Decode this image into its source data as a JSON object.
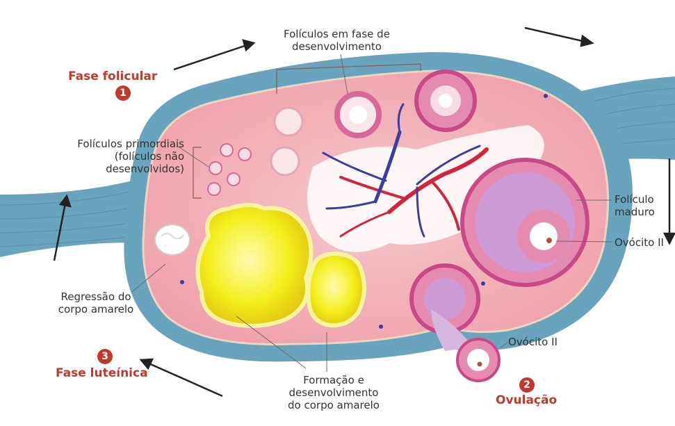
{
  "phases": {
    "follicular": {
      "label": "Fase folicular",
      "number": "1"
    },
    "ovulation": {
      "label": "Ovulação",
      "number": "2"
    },
    "luteal": {
      "label": "Fase luteínica",
      "number": "3"
    }
  },
  "labels": {
    "developing_follicles": [
      "Folículos em fase de",
      "desenvolvimento"
    ],
    "primordial_follicles": [
      "Folículos primordiais",
      "(folículos não",
      "desenvolvidos)"
    ],
    "mature_follicle": [
      "Folículo",
      "maduro"
    ],
    "oocyte_mature": "Ovócito II",
    "oocyte_released": "Ovócito II",
    "corpus_regression": [
      "Regressão do",
      "corpo amarelo"
    ],
    "corpus_formation": [
      "Formação e",
      "desenvolvimento",
      "do corpo amarelo"
    ]
  },
  "colors": {
    "ovary_fill": "#f2b8be",
    "capsule": "#6aa3bd",
    "corpus_luteum": "#f5ee1c",
    "follicle_ring": "#d9689a",
    "artery": "#d0253a",
    "vein": "#3a3ea0",
    "phase_text": "#c0392b"
  },
  "icons": [
    "cycle-arrow-icon"
  ]
}
